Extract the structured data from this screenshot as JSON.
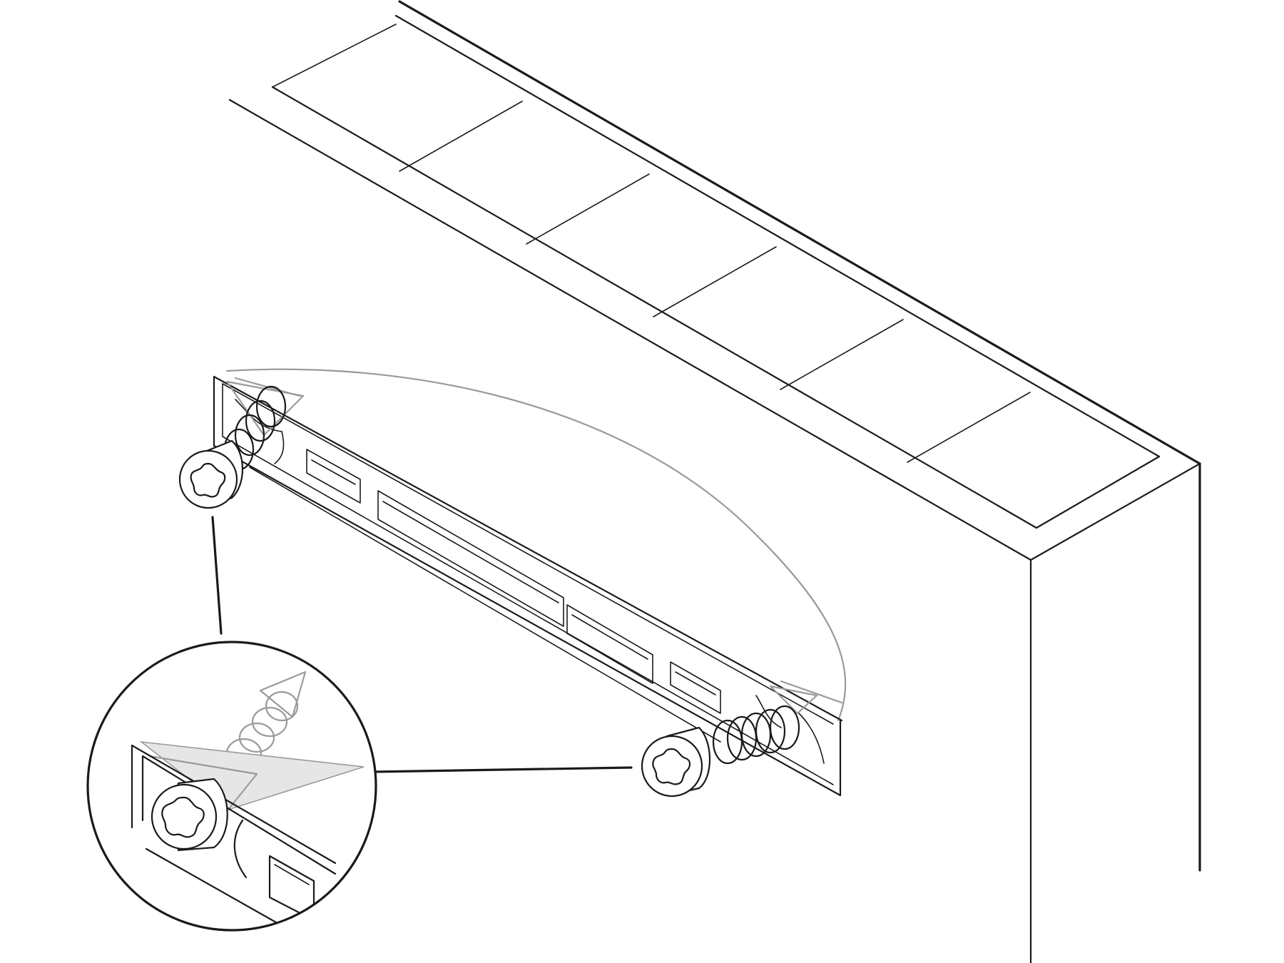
{
  "illustration": {
    "kind": "assembly-instruction",
    "text": [],
    "colors": {
      "line": "#1a1a1a",
      "ghost_line": "#9a9a9a",
      "background": "#ffffff"
    },
    "parts": [
      "cabinet",
      "wall-rail",
      "left-screw",
      "right-screw",
      "tilt-arc",
      "detail-magnifier"
    ],
    "cabinet_top_panels": 6,
    "rail_slots": 4
  }
}
